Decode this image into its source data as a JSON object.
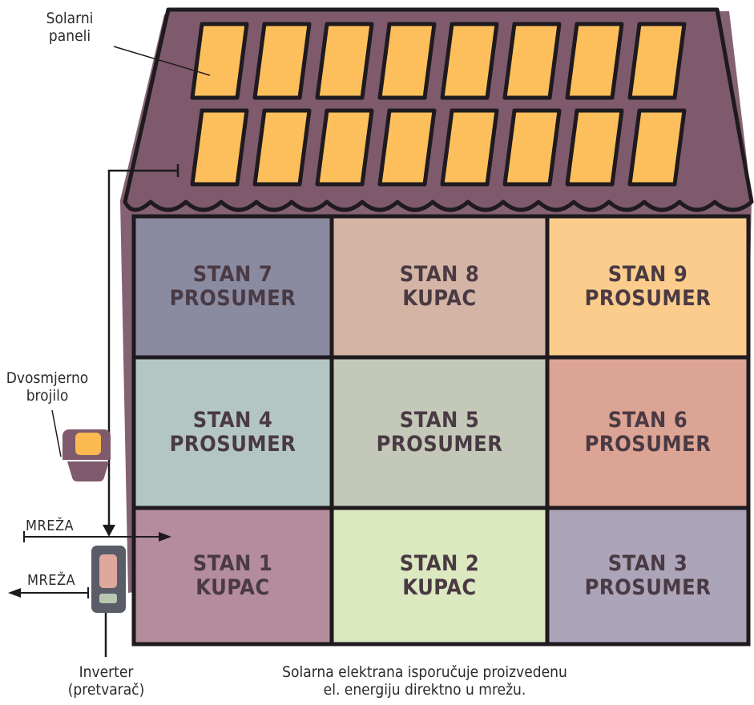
{
  "labels": {
    "solar_panels_line1": "Solarni",
    "solar_panels_line2": "paneli",
    "meter_line1": "Dvosmjerno",
    "meter_line2": "brojilo",
    "grid_in": "MREŽA",
    "grid_out": "MREŽA",
    "inverter_line1": "Inverter",
    "inverter_line2": "(pretvarač)",
    "caption_line1": "Solarna elektrana isporučuje proizvedenu",
    "caption_line2": "el. energiju direktno u mrežu."
  },
  "apartments": [
    {
      "name": "STAN 7",
      "role": "PROSUMER",
      "color": "#8a8aa0"
    },
    {
      "name": "STAN 8",
      "role": "KUPAC",
      "color": "#d4b4a4"
    },
    {
      "name": "STAN 9",
      "role": "PROSUMER",
      "color": "#fbcc8c"
    },
    {
      "name": "STAN 4",
      "role": "PROSUMER",
      "color": "#b4c6c4"
    },
    {
      "name": "STAN 5",
      "role": "PROSUMER",
      "color": "#c4c8b8"
    },
    {
      "name": "STAN 6",
      "role": "PROSUMER",
      "color": "#dca494"
    },
    {
      "name": "STAN 1",
      "role": "KUPAC",
      "color": "#b48c9c"
    },
    {
      "name": "STAN 2",
      "role": "KUPAC",
      "color": "#dce8c0"
    },
    {
      "name": "STAN 3",
      "role": "PROSUMER",
      "color": "#aca4b8"
    }
  ],
  "colors": {
    "roof": "#7e5a6c",
    "panel": "#fcbf5c",
    "outline": "#1e1a1e",
    "meter_screen": "#fbb94f",
    "meter_body": "#7e5a6c",
    "inverter_body": "#5a5c68",
    "inverter_top": "#e0a89c",
    "inverter_bottom": "#b8c8b0"
  },
  "icons": {
    "meter": "bidirectional-meter-icon",
    "inverter": "inverter-icon"
  }
}
